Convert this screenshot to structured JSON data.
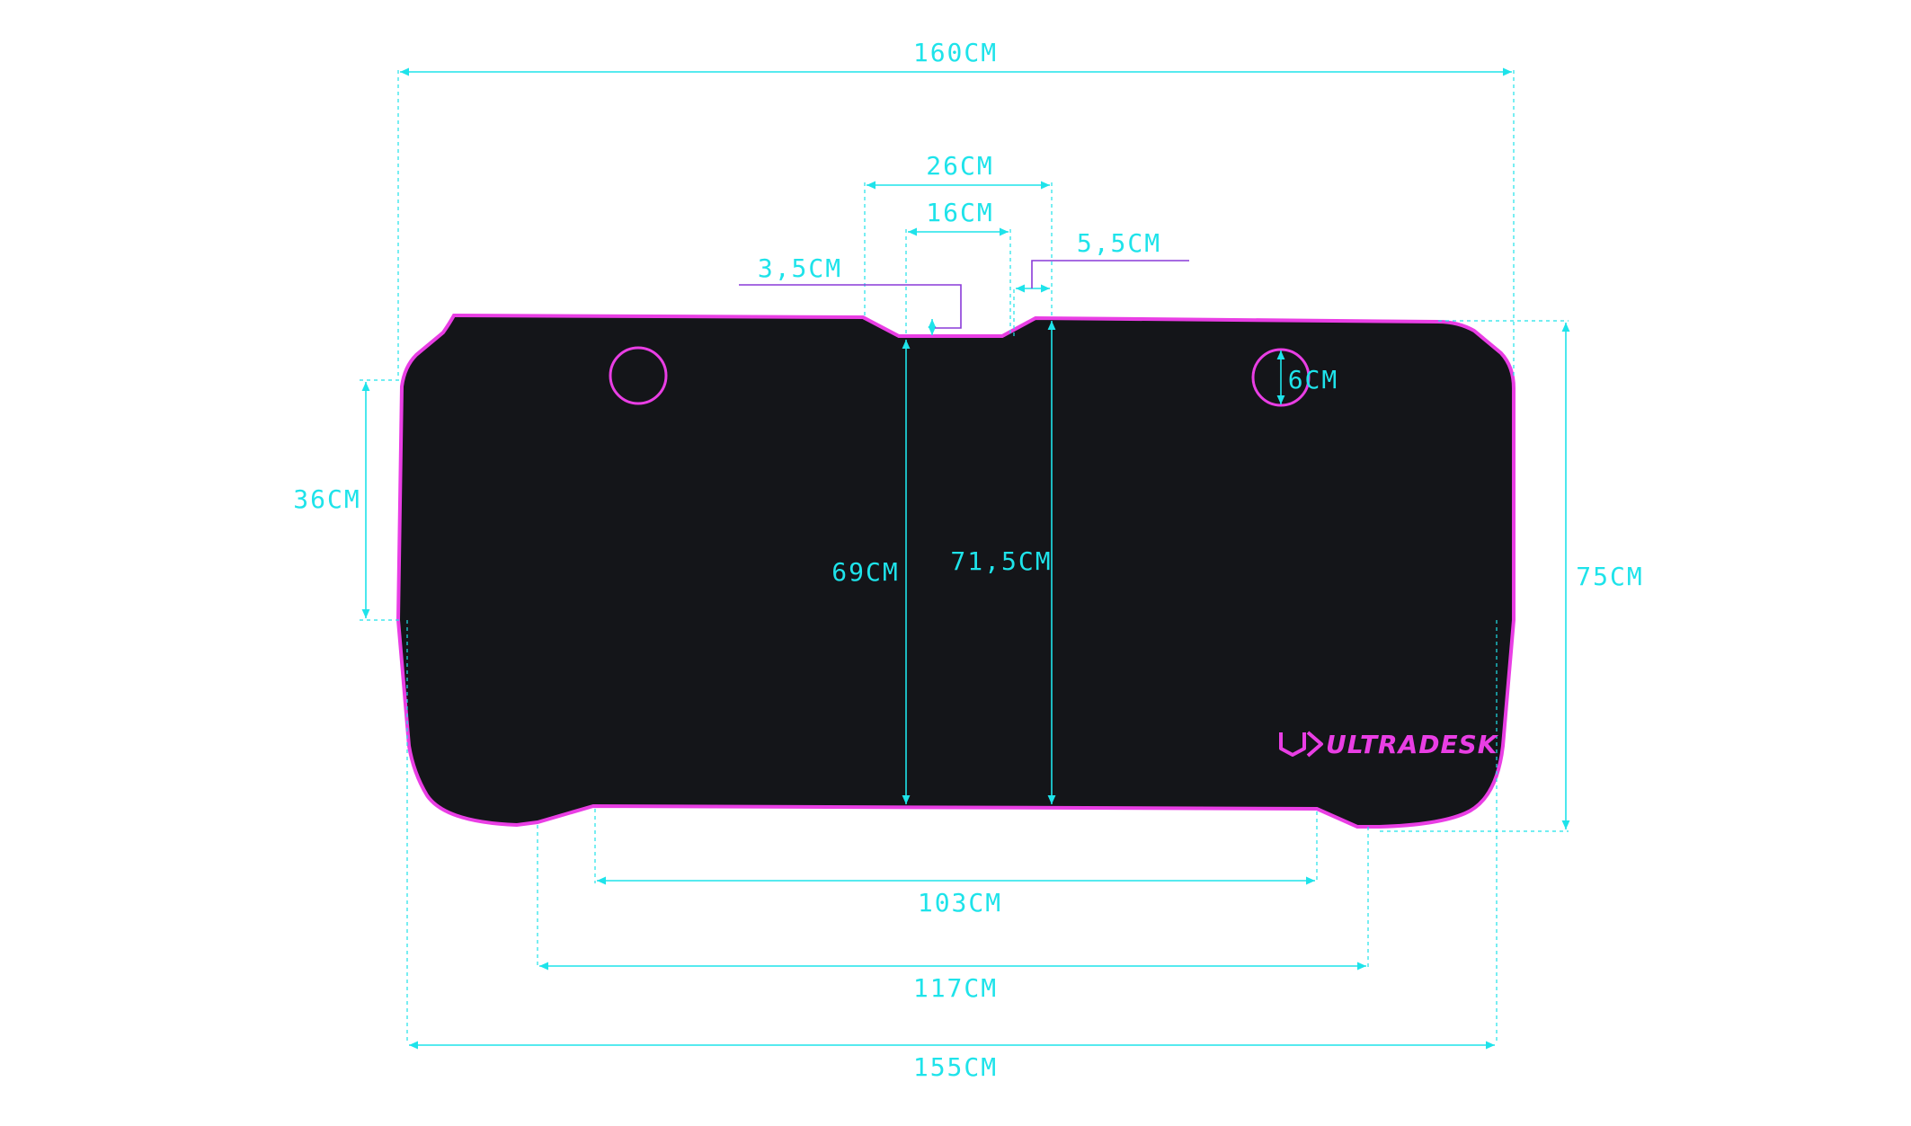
{
  "colors": {
    "dimension": "#1ee3ea",
    "accent": "#e93ee4",
    "pad_fill": "#141519",
    "callout": "#8a3ad8"
  },
  "labels": {
    "width_160": "160CM",
    "width_26": "26CM",
    "width_16": "16CM",
    "notch_3_5": "3,5CM",
    "notch_5_5": "5,5CM",
    "hole_6": "6CM",
    "height_36": "36CM",
    "height_69": "69CM",
    "height_71_5": "71,5CM",
    "height_75": "75CM",
    "width_103": "103CM",
    "width_117": "117CM",
    "width_155": "155CM"
  },
  "logo": {
    "text": "ULTRADESK",
    "icon": "ultradesk-logo-icon"
  }
}
